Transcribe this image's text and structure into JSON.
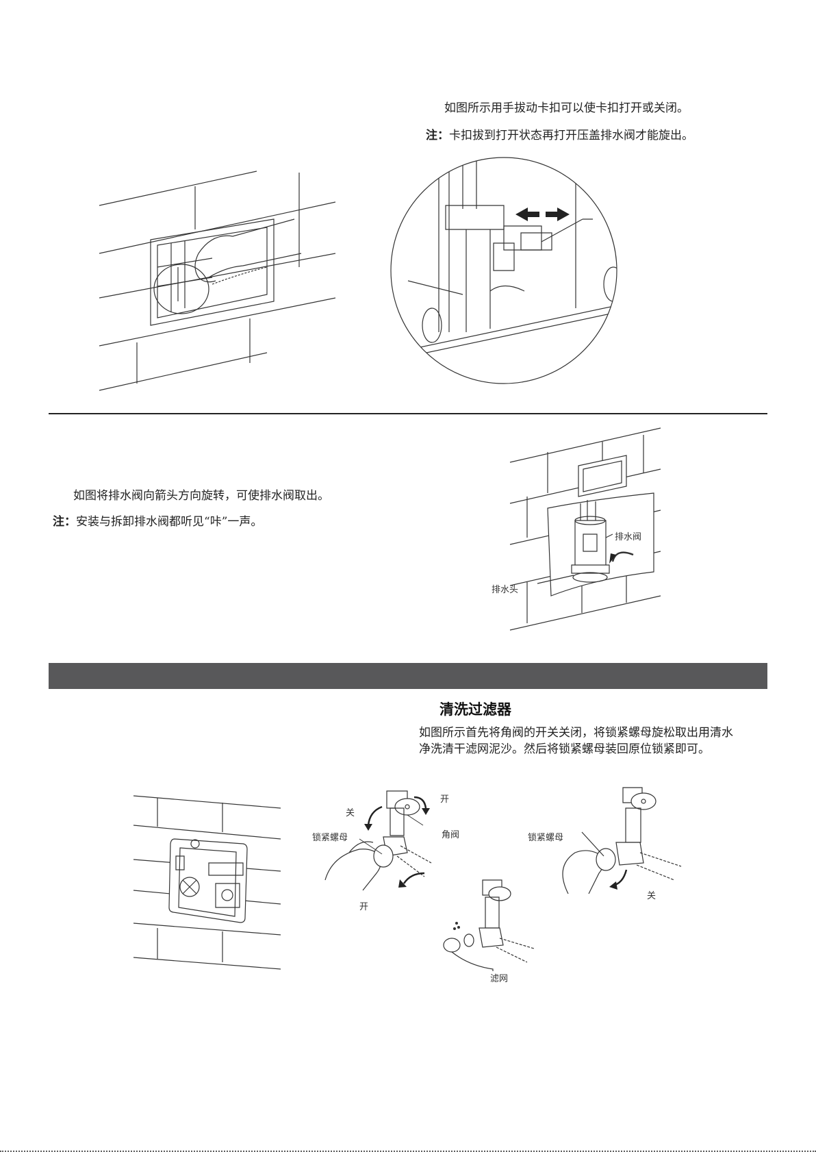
{
  "section1": {
    "instruction": "如图所示用手拔动卡扣可以使卡扣打开或关闭。",
    "note_label": "注：",
    "note_text": "卡扣拔到打开状态再打开压盖排水阀才能旋出。"
  },
  "section2": {
    "instruction": "如图将排水阀向箭头方向旋转，可使排水阀取出。",
    "note_label": "注：",
    "note_text": "安装与拆卸排水阀都听见“咔”一声。",
    "labels": {
      "drain_valve": "排水阀",
      "drain_head": "排水头"
    }
  },
  "section3": {
    "title": "清洗过滤器",
    "instruction_line1": "如图所示首先将角阀的开关关闭，将锁紧螺母旋松取出用清水",
    "instruction_line2": "净洗清干滤网泥沙。然后将锁紧螺母装回原位锁紧即可。",
    "labels": {
      "open_top": "开",
      "close_left": "关",
      "angle_valve": "角阀",
      "lock_nut_left": "锁紧螺母",
      "open_bottom": "开",
      "lock_nut_right": "锁紧螺母",
      "close_right": "关",
      "filter_screen": "滤网"
    }
  }
}
